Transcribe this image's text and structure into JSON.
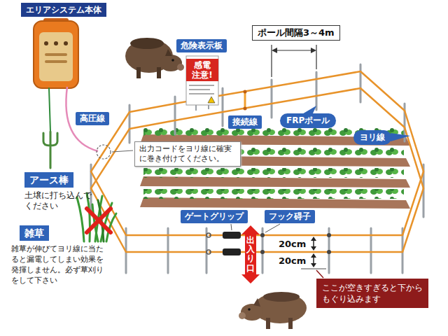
{
  "diagram": {
    "nodes": [
      {
        "text": [
          "エリアシステム本体"
        ]
      },
      {
        "text": [
          "ポール間隔3～4m"
        ]
      },
      {
        "text": [
          "危険表示板"
        ]
      },
      {
        "text": [
          "接続線"
        ]
      },
      {
        "text": [
          "高圧線"
        ]
      },
      {
        "text": [
          "FRPポール"
        ]
      },
      {
        "text": [
          "ヨリ線"
        ]
      },
      {
        "text": [
          "出力コードをヨリ線に確実に巻き付けてください。"
        ]
      },
      {
        "text": [
          "アース棒",
          "土壌に打ち込んでください"
        ]
      },
      {
        "text": [
          "雑草",
          "雑草が伸びてヨリ線に当たると漏電してしまい効果を発揮しません。必ず草刈りをして下さい"
        ]
      },
      {
        "text": [
          "ゲートグリップ"
        ]
      },
      {
        "text": [
          "フック碍子"
        ]
      },
      {
        "text": [
          "出入り口"
        ]
      },
      {
        "text": [
          "ここが空きすぎると下からもぐり込みます"
        ]
      }
    ],
    "labels": [
      "感電",
      "注意!",
      "20cm",
      "20cm"
    ]
  }
}
